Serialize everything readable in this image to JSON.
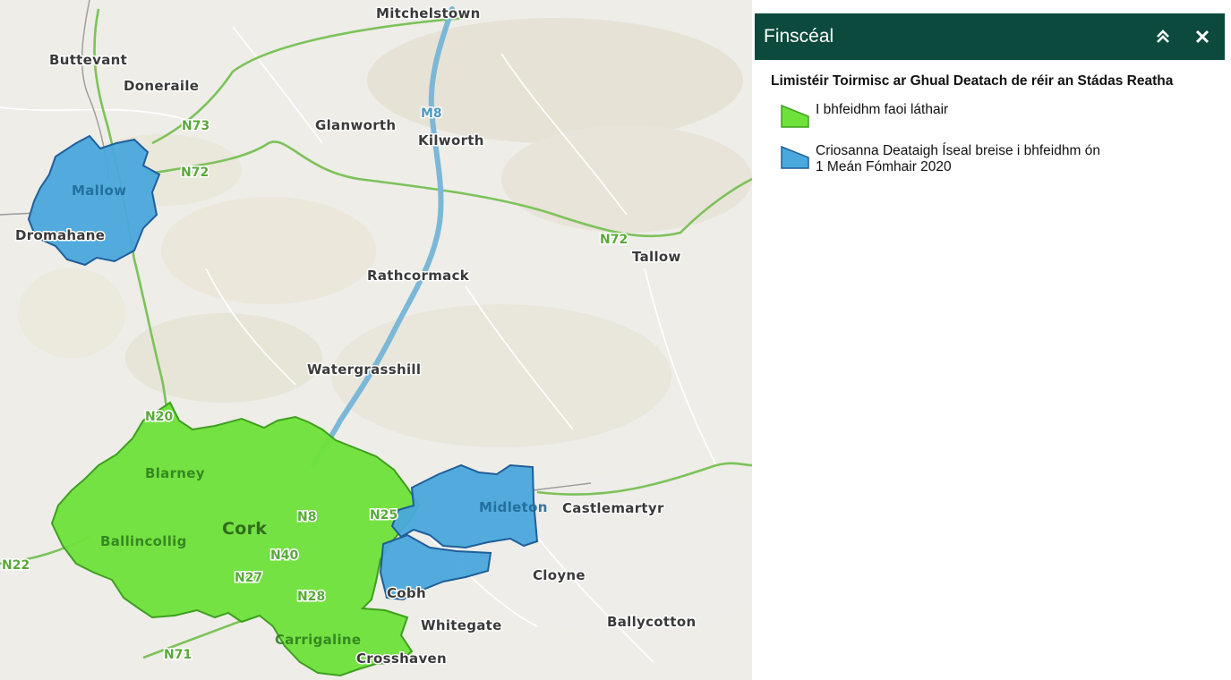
{
  "map": {
    "places": {
      "mitchelstown": "Mitchelstown",
      "buttevant": "Buttevant",
      "doneraile": "Doneraile",
      "glanworth": "Glanworth",
      "kilworth": "Kilworth",
      "mallow": "Mallow",
      "dromahane": "Dromahane",
      "tallow": "Tallow",
      "rathcormack": "Rathcormack",
      "watergrasshill": "Watergrasshill",
      "blarney": "Blarney",
      "cork": "Cork",
      "ballincollig": "Ballincollig",
      "midleton": "Midleton",
      "castlemartyr": "Castlemartyr",
      "cloyne": "Cloyne",
      "cobh": "Cobh",
      "whitegate": "Whitegate",
      "ballycotton": "Ballycotton",
      "carrigaline": "Carrigaline",
      "crosshaven": "Crosshaven"
    },
    "roads": {
      "m8": "M8",
      "n73": "N73",
      "n72_west": "N72",
      "n72_east": "N72",
      "n20": "N20",
      "n8": "N8",
      "n25": "N25",
      "n40": "N40",
      "n27": "N27",
      "n28": "N28",
      "n71": "N71",
      "n22": "N22"
    },
    "colors": {
      "in_force": "#6ee23a",
      "extended": "#4aa8dc",
      "motorway": "#7bb8d8",
      "national_road": "#7dc25a"
    }
  },
  "legend": {
    "title": "Finscéal",
    "collapse_icon": "double-chevron-up-icon",
    "close_icon": "close-icon",
    "layer_title": "Limistéir Toirmisc ar Ghual Deatach de réir an Stádas Reatha",
    "items": [
      {
        "label": "I bhfeidhm faoi láthair",
        "color": "#6ee23a"
      },
      {
        "label_line1": "Criosanna Deataigh Íseal breise i bhfeidhm ón",
        "label_line2": "1 Meán Fómhair 2020",
        "color": "#4aa8dc"
      }
    ]
  }
}
